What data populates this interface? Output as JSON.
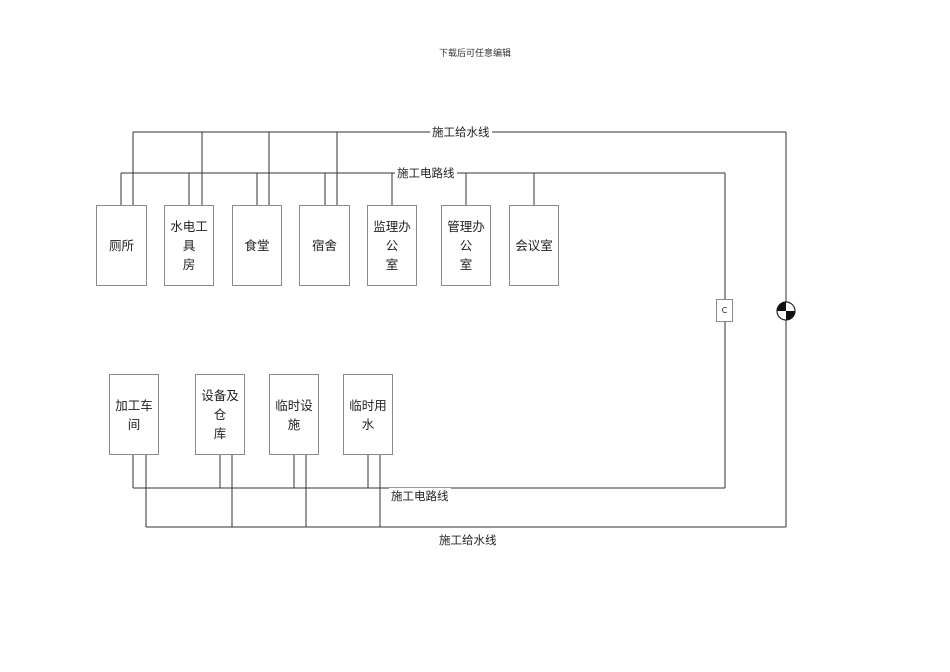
{
  "header": {
    "note": "下载后可任意编辑"
  },
  "lines": {
    "water_top": "施工给水线",
    "power_top": "施工电路线",
    "power_bottom": "施工电路线",
    "water_bottom": "施工给水线"
  },
  "top_row": [
    {
      "id": "toilet",
      "line1": "厕所",
      "line2": ""
    },
    {
      "id": "tool-room",
      "line1": "水电工具",
      "line2": "房"
    },
    {
      "id": "canteen",
      "line1": "食堂",
      "line2": ""
    },
    {
      "id": "dormitory",
      "line1": "宿舍",
      "line2": ""
    },
    {
      "id": "supervisor-office",
      "line1": "监理办公",
      "line2": "室"
    },
    {
      "id": "management-office",
      "line1": "管理办公",
      "line2": "室"
    },
    {
      "id": "meeting-room",
      "line1": "会议室",
      "line2": ""
    }
  ],
  "bottom_row": [
    {
      "id": "workshop",
      "line1": "加工车间",
      "line2": ""
    },
    {
      "id": "equipment-warehouse",
      "line1": "设备及仓",
      "line2": "库"
    },
    {
      "id": "temp-facilities",
      "line1": "临时设施",
      "line2": ""
    },
    {
      "id": "temp-water",
      "line1": "临时用水",
      "line2": ""
    }
  ],
  "symbols": {
    "c_box": "C",
    "meter_symbol": "water-meter-icon"
  },
  "colors": {
    "line": "#333333",
    "box_border": "#8a8a8a"
  }
}
